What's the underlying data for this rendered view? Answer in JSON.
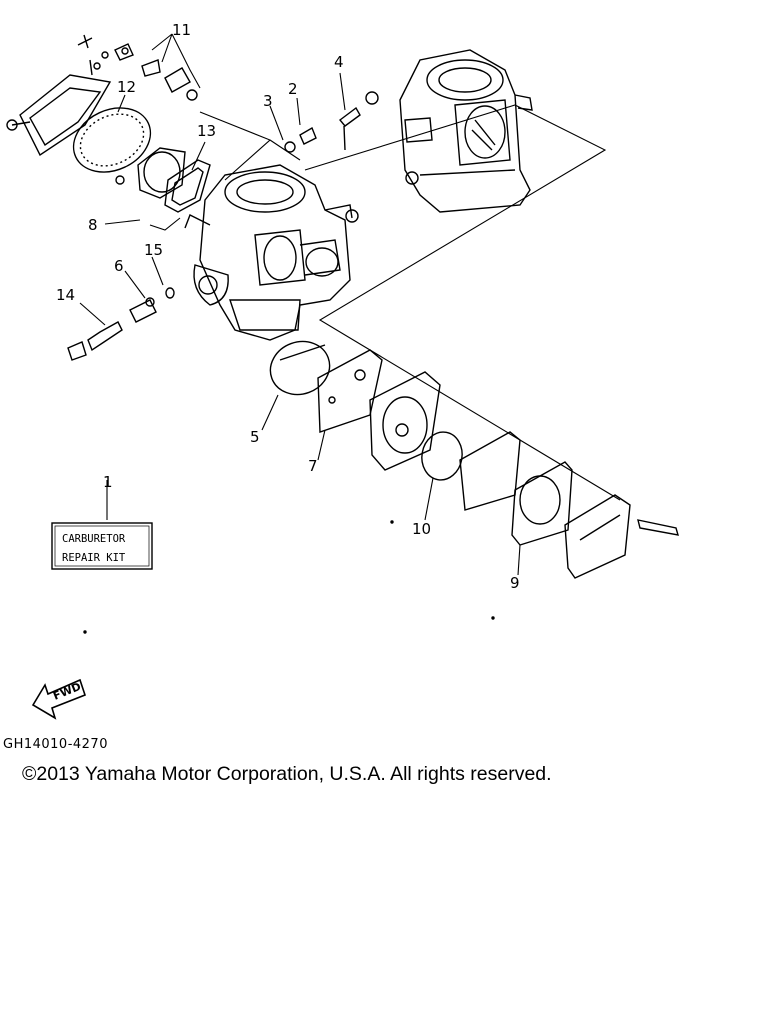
{
  "callouts": {
    "c1": "1",
    "c2": "2",
    "c3": "3",
    "c4": "4",
    "c5": "5",
    "c6": "6",
    "c7": "7",
    "c8": "8",
    "c9": "9",
    "c10": "10",
    "c11": "11",
    "c12": "12",
    "c13": "13",
    "c14": "14",
    "c15": "15"
  },
  "kit_label": {
    "line1": "CARBURETOR",
    "line2": "REPAIR  KIT"
  },
  "fwd_label": "FWD",
  "reference_code": "GH14010-4270",
  "copyright": "©2013 Yamaha Motor Corporation, U.S.A. All rights reserved."
}
